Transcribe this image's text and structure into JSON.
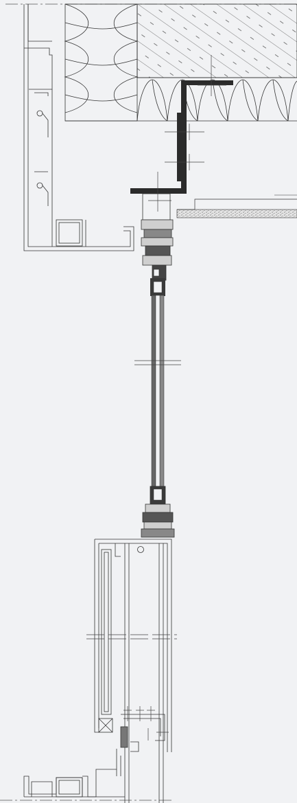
{
  "drawing": {
    "type": "architectural-section-detail",
    "colors": {
      "background": "#f1f2f4",
      "line": "#333333",
      "heavy": "#2b2b2b",
      "accent_line": "#777777"
    },
    "hatch_patterns": [
      "masonry-diagonal",
      "insulation-loops",
      "screed-stipple"
    ],
    "break_marks": 2,
    "labels": []
  }
}
